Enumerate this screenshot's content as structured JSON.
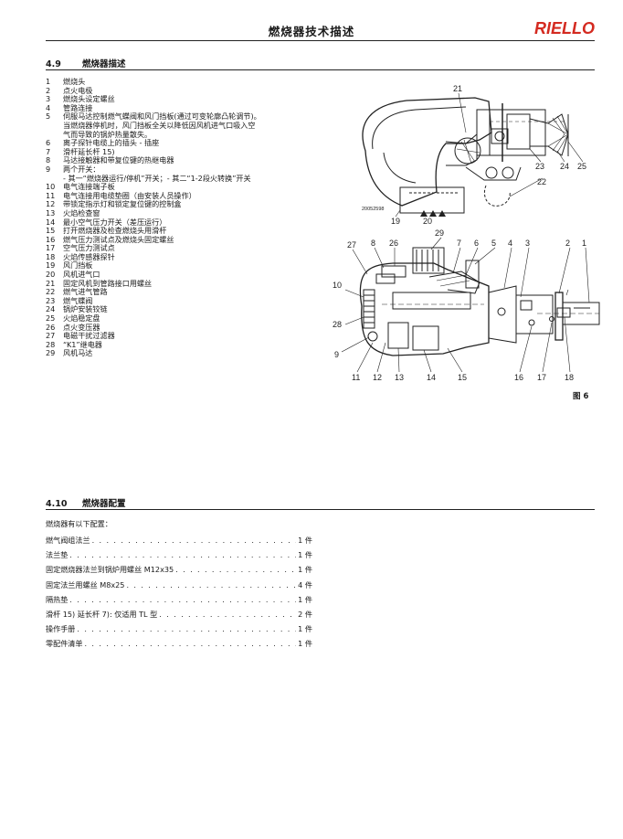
{
  "header": {
    "title": "燃烧器技术描述",
    "brand": "RIELLO",
    "brand_color": "#d42a20"
  },
  "section_49": {
    "number": "4.9",
    "title": "燃烧器描述",
    "parts": [
      {
        "n": "1",
        "lines": [
          "燃烧头"
        ]
      },
      {
        "n": "2",
        "lines": [
          "点火电极"
        ]
      },
      {
        "n": "3",
        "lines": [
          "燃烧头设定螺丝"
        ]
      },
      {
        "n": "4",
        "lines": [
          "管路连接"
        ]
      },
      {
        "n": "5",
        "lines": [
          "伺服马达控制燃气蝶阀和风门挡板(通过可变轮廓凸轮调节)。",
          "当燃烧器停机时，风门挡板全关以降低因风机进气口吸入空",
          "气而导致的锅炉热量散失。"
        ]
      },
      {
        "n": "6",
        "lines": [
          "离子探针电缆上的插头 - 插座"
        ]
      },
      {
        "n": "7",
        "lines": [
          "滑杆延长杆 15)"
        ]
      },
      {
        "n": "8",
        "lines": [
          "马达接触器和带复位键的热继电器"
        ]
      },
      {
        "n": "9",
        "lines": [
          "两个开关：",
          "- 其一“燃烧器运行/停机”开关；- 其二“1-2段火转换”开关"
        ]
      },
      {
        "n": "10",
        "lines": [
          "电气连接端子板"
        ]
      },
      {
        "n": "11",
        "lines": [
          "电气连接用电缆垫圈（由安装人员操作）"
        ]
      },
      {
        "n": "12",
        "lines": [
          "带锁定指示灯和锁定复位键的控制盒"
        ]
      },
      {
        "n": "13",
        "lines": [
          "火焰检查窗"
        ]
      },
      {
        "n": "14",
        "lines": [
          "最小空气压力开关（差压运行）"
        ]
      },
      {
        "n": "15",
        "lines": [
          "打开燃烧器及检查燃烧头用滑杆"
        ]
      },
      {
        "n": "16",
        "lines": [
          "燃气压力测试点及燃烧头固定螺丝"
        ]
      },
      {
        "n": "17",
        "lines": [
          "空气压力测试点"
        ]
      },
      {
        "n": "18",
        "lines": [
          "火焰传感器探针"
        ]
      },
      {
        "n": "19",
        "lines": [
          "风门挡板"
        ]
      },
      {
        "n": "20",
        "lines": [
          "风机进气口"
        ]
      },
      {
        "n": "21",
        "lines": [
          "固定风机到管路接口用螺丝"
        ]
      },
      {
        "n": "22",
        "lines": [
          "燃气进气管路"
        ]
      },
      {
        "n": "23",
        "lines": [
          "燃气蝶阀"
        ]
      },
      {
        "n": "24",
        "lines": [
          "锅炉安装铰链"
        ]
      },
      {
        "n": "25",
        "lines": [
          "火焰稳定盘"
        ]
      },
      {
        "n": "26",
        "lines": [
          "点火变压器"
        ]
      },
      {
        "n": "27",
        "lines": [
          "电磁干扰过滤器"
        ]
      },
      {
        "n": "28",
        "lines": [
          "“K1”继电器"
        ]
      },
      {
        "n": "29",
        "lines": [
          "风机马达"
        ]
      }
    ],
    "figure": {
      "label": "图 6",
      "drawing_code": "20052598",
      "top_callouts": [
        "21",
        "23",
        "24",
        "25",
        "22",
        "19",
        "20"
      ],
      "bottom_callouts": [
        "27",
        "8",
        "26",
        "29",
        "7",
        "6",
        "5",
        "4",
        "3",
        "2",
        "1",
        "10",
        "28",
        "9",
        "11",
        "12",
        "13",
        "14",
        "15",
        "16",
        "17",
        "18"
      ]
    }
  },
  "section_410": {
    "number": "4.10",
    "title": "燃烧器配置",
    "intro": "燃烧器有以下配置：",
    "items": [
      {
        "name": "燃气阀组法兰",
        "qty": "1 件"
      },
      {
        "name": "法兰垫",
        "qty": "1 件"
      },
      {
        "name": "固定燃烧器法兰到锅炉用螺丝 M12x35",
        "qty": "1 件"
      },
      {
        "name": "固定法兰用螺丝 M8x25",
        "qty": "4 件"
      },
      {
        "name": "隔热垫",
        "qty": "1 件"
      },
      {
        "name": "滑杆 15) 延长杆 7): 仅适用 TL 型",
        "qty": "2 件"
      },
      {
        "name": "操作手册",
        "qty": "1 件"
      },
      {
        "name": "零配件清单",
        "qty": "1 件"
      }
    ]
  }
}
